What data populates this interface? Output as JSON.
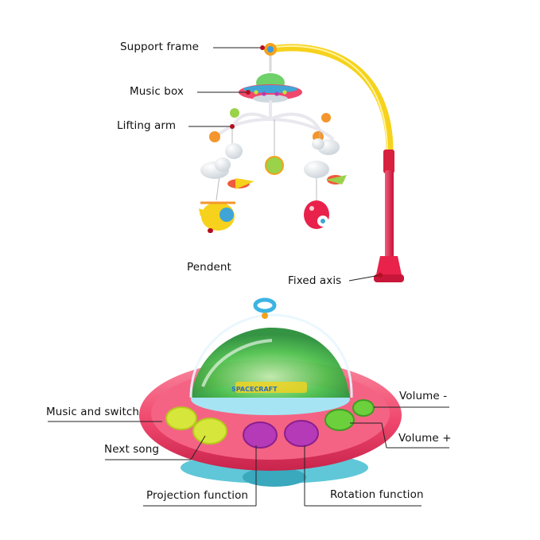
{
  "labels": {
    "support_frame": "Support frame",
    "music_box": "Music box",
    "lifting_arm": "Lifting arm",
    "pendent": "Pendent",
    "fixed_axis": "Fixed axis",
    "volume_minus": "Volume -",
    "volume_plus": "Volume +",
    "music_and_switch": "Music and switch",
    "next_song": "Next song",
    "projection_function": "Projection function",
    "rotation_function": "Rotation function"
  },
  "toy_print": "SPACECRAFT",
  "colors": {
    "frame_yellow": "#f6d21c",
    "axis_red": "#e8224a",
    "ufo_pink": "#f0476d",
    "dome_green": "#4fc04c",
    "base_teal": "#5fc7d8",
    "button_yellow_green": "#d6e63a",
    "button_purple": "#b53ab8",
    "leader_line": "#222222",
    "marker_dot": "#b10f1f"
  }
}
